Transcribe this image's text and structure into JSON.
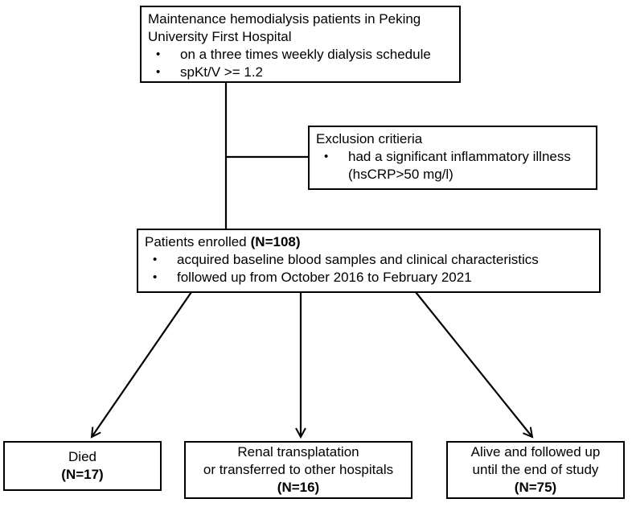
{
  "diagram": {
    "type": "flowchart",
    "colors": {
      "background": "#ffffff",
      "line": "#000000",
      "text": "#000000",
      "box_fill": "#ffffff"
    },
    "glyphs": {
      "bullet": "•"
    },
    "boxes": {
      "source": {
        "line1": "Maintenance hemodialysis patients in Peking",
        "line2": "University First Hospital",
        "bullet1": "on a three times weekly dialysis schedule",
        "bullet2": "spKt/V >= 1.2"
      },
      "exclusion": {
        "title": "Exclusion critieria",
        "bullet1": "had a significant inflammatory illness",
        "bullet1_cont": "(hsCRP>50 mg/l)"
      },
      "enrolled": {
        "title": "Patients enrolled",
        "n_label": "(N=108)",
        "bullet1": "acquired baseline blood samples and clinical characteristics",
        "bullet2": "followed up from October 2016 to February 2021"
      },
      "died": {
        "line1": "Died",
        "n_label": "(N=17)"
      },
      "transfer": {
        "line1": "Renal transplatation",
        "line2": "or transferred to other hospitals",
        "n_label": "(N=16)"
      },
      "alive": {
        "line1": "Alive and followed up",
        "line2": "until the end of study",
        "n_label": "(N=75)"
      }
    }
  }
}
